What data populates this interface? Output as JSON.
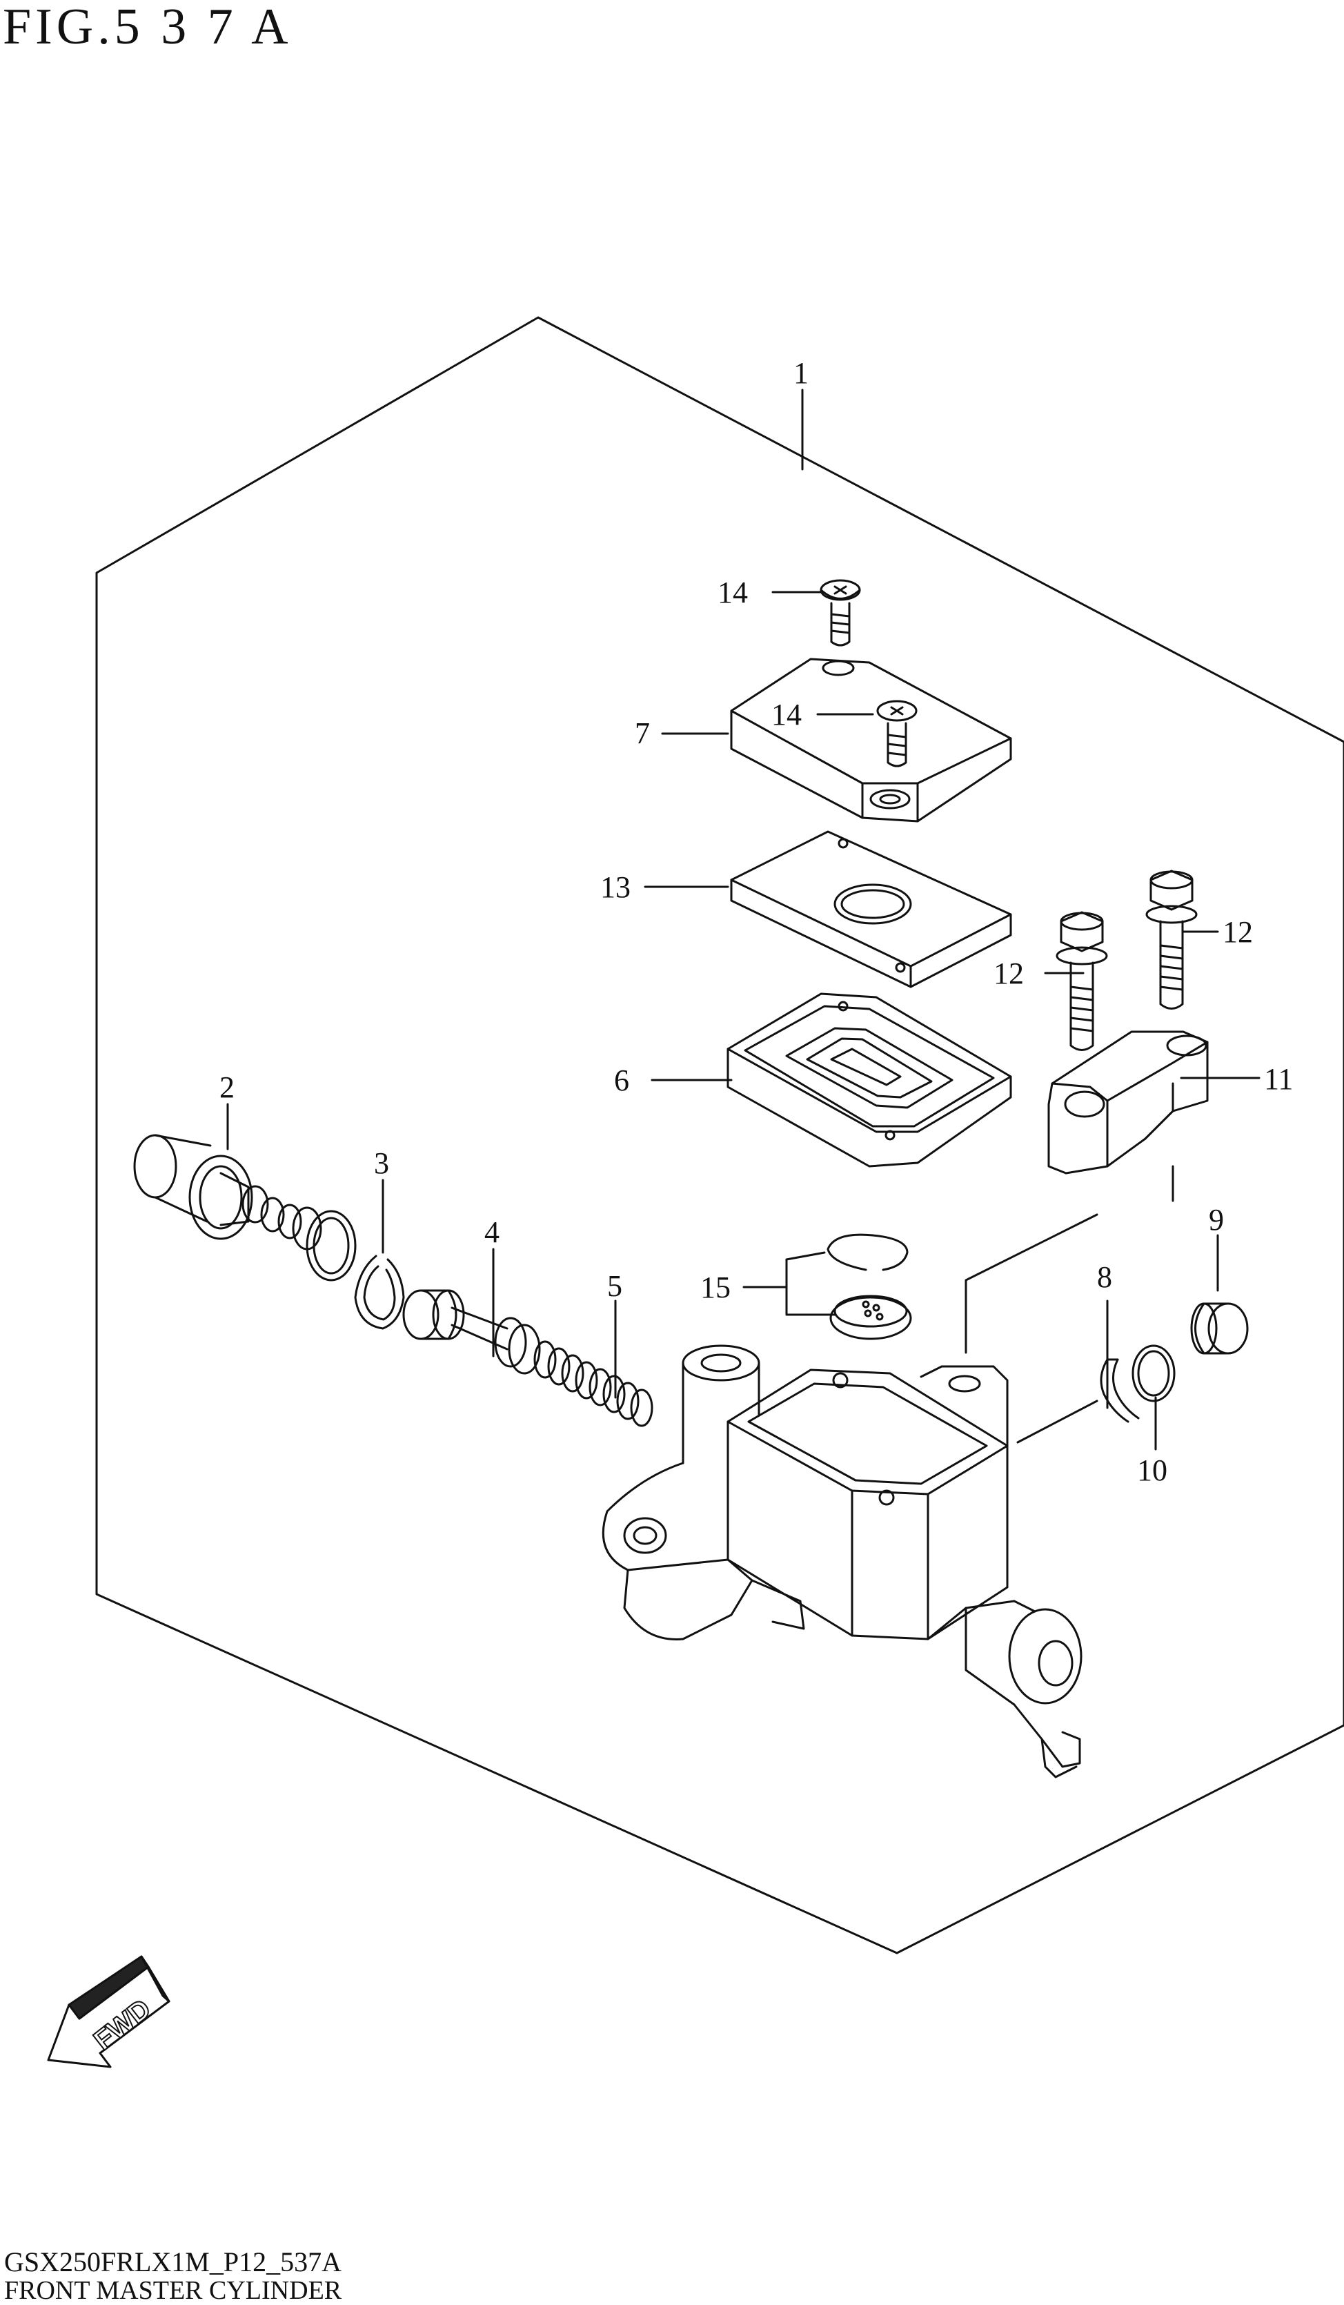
{
  "figure": {
    "title": "FIG.5 3 7 A",
    "code": "GSX250FRLX1M_P12_537A",
    "name": "FRONT MASTER CYLINDER"
  },
  "fwd_label": "FWD",
  "callouts": [
    "1",
    "2",
    "3",
    "4",
    "5",
    "6",
    "7",
    "8",
    "9",
    "10",
    "11",
    "12",
    "12",
    "13",
    "14",
    "14",
    "15"
  ],
  "colors": {
    "line": "#111111",
    "background": "#ffffff"
  }
}
